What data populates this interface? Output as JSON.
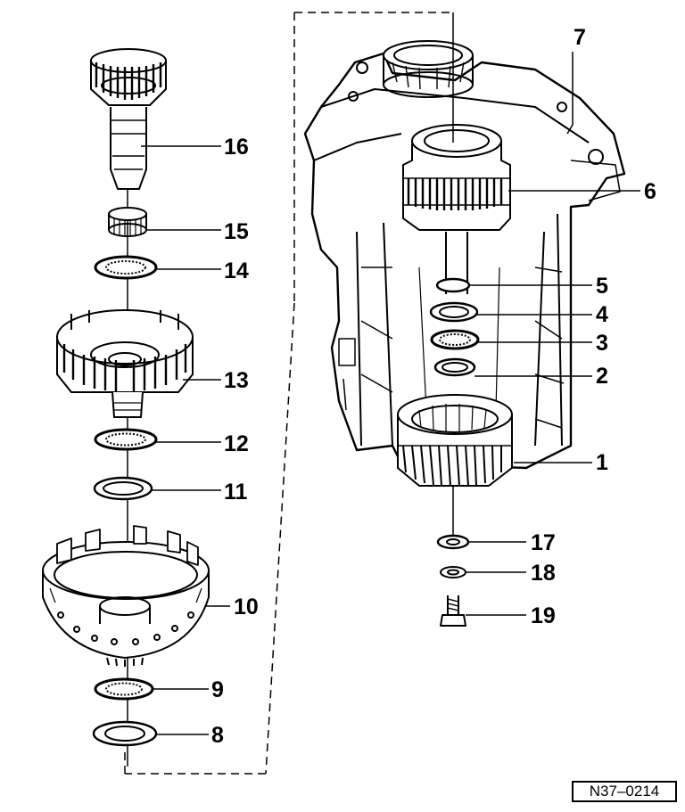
{
  "diagram": {
    "callouts": {
      "c1": "1",
      "c2": "2",
      "c3": "3",
      "c4": "4",
      "c5": "5",
      "c6": "6",
      "c7": "7",
      "c8": "8",
      "c9": "9",
      "c10": "10",
      "c11": "11",
      "c12": "12",
      "c13": "13",
      "c14": "14",
      "c15": "15",
      "c16": "16",
      "c17": "17",
      "c18": "18",
      "c19": "19"
    },
    "reference_code": "N37–0214",
    "colors": {
      "ink": "#000000",
      "paper": "#ffffff"
    }
  }
}
